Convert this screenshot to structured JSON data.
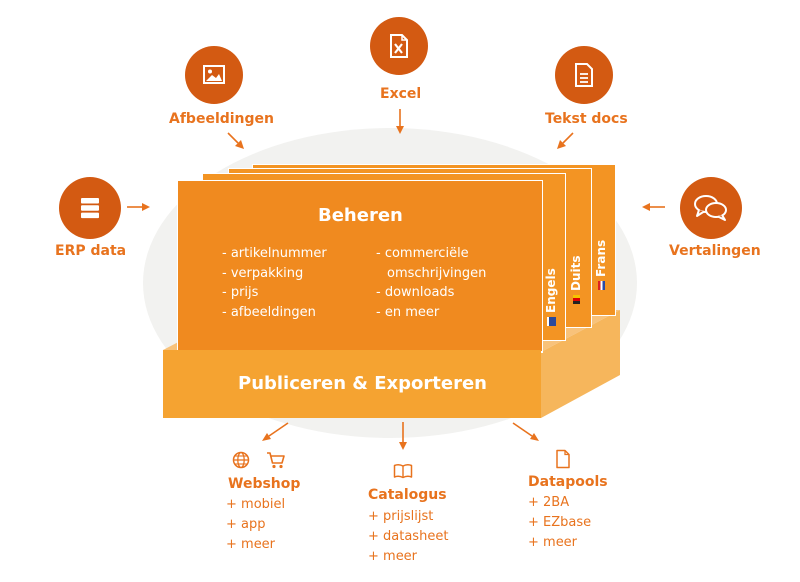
{
  "inputs": {
    "erp": {
      "label": "ERP data",
      "icon": "database-icon"
    },
    "afbeeldingen": {
      "label": "Afbeeldingen",
      "icon": "image-icon"
    },
    "excel": {
      "label": "Excel",
      "icon": "excel-file-icon"
    },
    "tekst": {
      "label": "Tekst docs",
      "icon": "text-document-icon"
    },
    "vertalingen": {
      "label": "Vertalingen",
      "icon": "chat-bubbles-icon"
    }
  },
  "beheren": {
    "title": "Beheren",
    "left_items": [
      "- artikelnummer",
      "- verpakking",
      "- prijs",
      "- afbeeldingen"
    ],
    "right_items": [
      "- commerciële",
      "omschrijvingen",
      "- downloads",
      "- en meer"
    ]
  },
  "languages": [
    "Engels",
    "Duits",
    "Frans"
  ],
  "publish": {
    "label": "Publiceren & Exporteren"
  },
  "outputs": {
    "webshop": {
      "title": "Webshop",
      "items": [
        "+ mobiel",
        "+ app",
        "+ meer"
      ]
    },
    "catalogus": {
      "title": "Catalogus",
      "items": [
        "+ prijslijst",
        "+ datasheet",
        "+ meer"
      ]
    },
    "datapools": {
      "title": "Datapools",
      "items": [
        "+ 2BA",
        "+ EZbase",
        "+ meer"
      ]
    }
  },
  "colors": {
    "accent": "#e8731e",
    "icon_circle": "#d35a12",
    "card": "#f08a1f",
    "box": "#f5a331",
    "ellipse": "#f2f2f0"
  }
}
